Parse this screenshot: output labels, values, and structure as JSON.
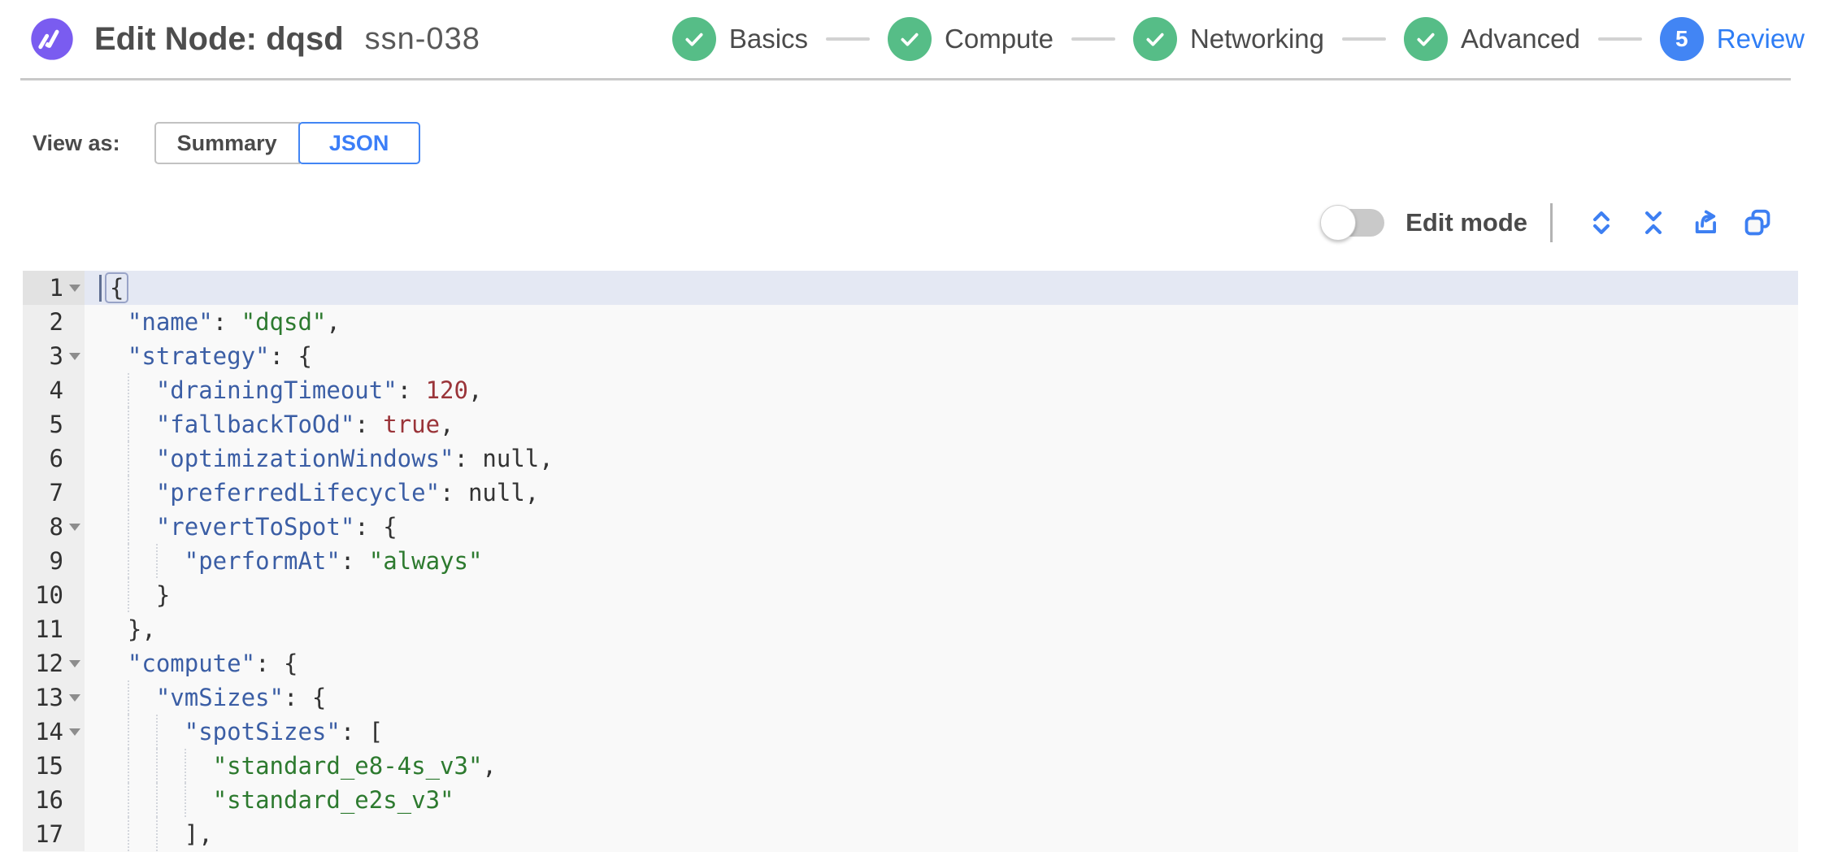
{
  "header": {
    "title": "Edit Node: dqsd",
    "subtitle": "ssn-038",
    "steps": [
      {
        "label": "Basics",
        "state": "done"
      },
      {
        "label": "Compute",
        "state": "done"
      },
      {
        "label": "Networking",
        "state": "done"
      },
      {
        "label": "Advanced",
        "state": "done"
      },
      {
        "label": "Review",
        "state": "current",
        "number": "5"
      }
    ]
  },
  "view_as": {
    "label": "View as:",
    "options": [
      {
        "label": "Summary",
        "selected": false
      },
      {
        "label": "JSON",
        "selected": true
      }
    ]
  },
  "toolbar": {
    "edit_mode_label": "Edit mode",
    "edit_mode_on": false,
    "icons": [
      "expand-icon",
      "collapse-icon",
      "export-icon",
      "copy-icon"
    ]
  },
  "colors": {
    "accent_blue": "#3d7ff2",
    "step_done_green": "#56bd87",
    "step_current_blue": "#4285f4",
    "review_label_blue": "#2e7df5",
    "logo_purple": "#7a5cf0",
    "editor_bg": "#f9f9f9",
    "gutter_bg": "#eeeeee",
    "active_line_bg": "#e4e8f3",
    "code_key": "#3b5ea5",
    "code_string": "#2d7a2f",
    "code_number": "#9a3439",
    "code_plain": "#333333"
  },
  "editor": {
    "lines": [
      {
        "n": 1,
        "fold": true,
        "active": true,
        "indent": 0,
        "tokens": [
          [
            "brkt",
            "{"
          ]
        ]
      },
      {
        "n": 2,
        "indent": 2,
        "tokens": [
          [
            "key",
            "\"name\""
          ],
          [
            "pln",
            ": "
          ],
          [
            "str",
            "\"dqsd\""
          ],
          [
            "pln",
            ","
          ]
        ]
      },
      {
        "n": 3,
        "fold": true,
        "indent": 2,
        "tokens": [
          [
            "key",
            "\"strategy\""
          ],
          [
            "pln",
            ": {"
          ]
        ]
      },
      {
        "n": 4,
        "indent": 4,
        "tokens": [
          [
            "key",
            "\"drainingTimeout\""
          ],
          [
            "pln",
            ": "
          ],
          [
            "num",
            "120"
          ],
          [
            "pln",
            ","
          ]
        ]
      },
      {
        "n": 5,
        "indent": 4,
        "tokens": [
          [
            "key",
            "\"fallbackToOd\""
          ],
          [
            "pln",
            ": "
          ],
          [
            "num",
            "true"
          ],
          [
            "pln",
            ","
          ]
        ]
      },
      {
        "n": 6,
        "indent": 4,
        "tokens": [
          [
            "key",
            "\"optimizationWindows\""
          ],
          [
            "pln",
            ": null,"
          ]
        ]
      },
      {
        "n": 7,
        "indent": 4,
        "tokens": [
          [
            "key",
            "\"preferredLifecycle\""
          ],
          [
            "pln",
            ": null,"
          ]
        ]
      },
      {
        "n": 8,
        "fold": true,
        "indent": 4,
        "tokens": [
          [
            "key",
            "\"revertToSpot\""
          ],
          [
            "pln",
            ": {"
          ]
        ]
      },
      {
        "n": 9,
        "indent": 6,
        "tokens": [
          [
            "key",
            "\"performAt\""
          ],
          [
            "pln",
            ": "
          ],
          [
            "str",
            "\"always\""
          ]
        ]
      },
      {
        "n": 10,
        "indent": 4,
        "tokens": [
          [
            "pln",
            "}"
          ]
        ]
      },
      {
        "n": 11,
        "indent": 2,
        "tokens": [
          [
            "pln",
            "},"
          ]
        ]
      },
      {
        "n": 12,
        "fold": true,
        "indent": 2,
        "tokens": [
          [
            "key",
            "\"compute\""
          ],
          [
            "pln",
            ": {"
          ]
        ]
      },
      {
        "n": 13,
        "fold": true,
        "indent": 4,
        "tokens": [
          [
            "key",
            "\"vmSizes\""
          ],
          [
            "pln",
            ": {"
          ]
        ]
      },
      {
        "n": 14,
        "fold": true,
        "indent": 6,
        "tokens": [
          [
            "key",
            "\"spotSizes\""
          ],
          [
            "pln",
            ": ["
          ]
        ]
      },
      {
        "n": 15,
        "indent": 8,
        "tokens": [
          [
            "str",
            "\"standard_e8-4s_v3\""
          ],
          [
            "pln",
            ","
          ]
        ]
      },
      {
        "n": 16,
        "indent": 8,
        "tokens": [
          [
            "str",
            "\"standard_e2s_v3\""
          ]
        ]
      },
      {
        "n": 17,
        "indent": 6,
        "tokens": [
          [
            "pln",
            "],"
          ]
        ]
      }
    ]
  }
}
